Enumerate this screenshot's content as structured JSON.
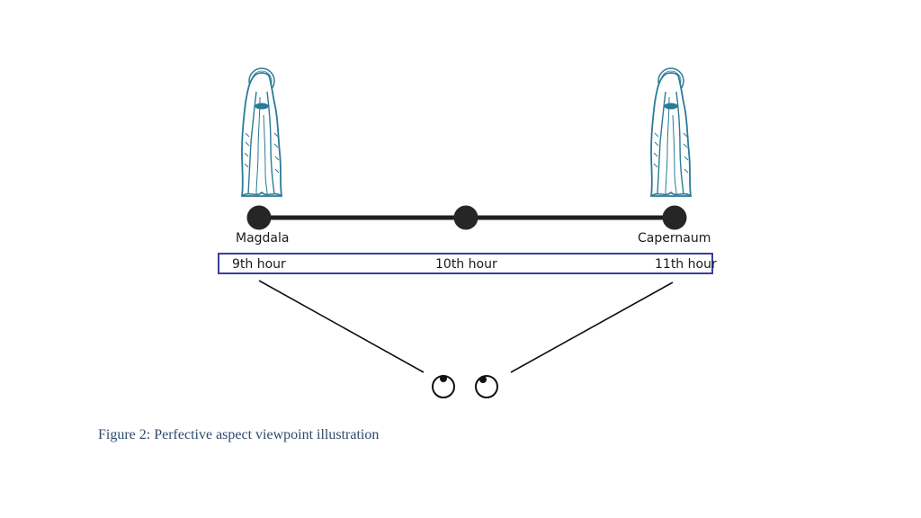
{
  "diagram": {
    "places": {
      "start": "Magdala",
      "end": "Capernaum"
    },
    "hours": [
      "9th hour",
      "10th hour",
      "11th hour"
    ],
    "caption": "Figure 2: Perfective aspect viewpoint illustration",
    "colors": {
      "timeline": "#1f1f1f",
      "hour_box_border": "#3a3f99",
      "figure_icon": "#2b7a97",
      "caption_text": "#2f4a6e"
    },
    "icons": {
      "left_figure": "virgin-mary-icon",
      "right_figure": "virgin-mary-icon",
      "viewer": "eyes-icon"
    }
  }
}
